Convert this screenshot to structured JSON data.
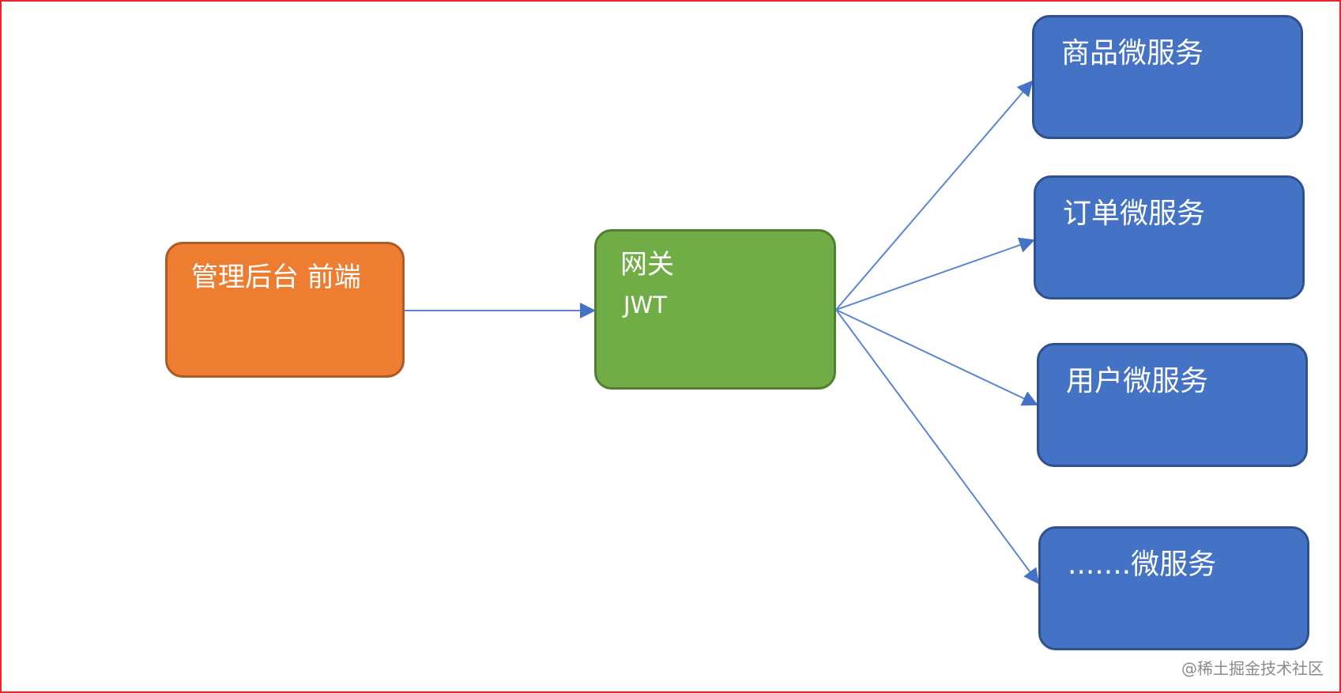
{
  "nodes": {
    "frontend": {
      "label": "管理后台 前端",
      "color": "#ed7d31"
    },
    "gateway": {
      "label": "网关",
      "sublabel": "JWT",
      "color": "#70ad47"
    },
    "services": [
      {
        "label": "商品微服务",
        "color": "#4472c4"
      },
      {
        "label": "订单微服务",
        "color": "#4472c4"
      },
      {
        "label": "用户微服务",
        "color": "#4472c4"
      },
      {
        "label": ".......微服务",
        "color": "#4472c4"
      }
    ]
  },
  "edges": [
    {
      "from": "frontend",
      "to": "gateway"
    },
    {
      "from": "gateway",
      "to": "services.0"
    },
    {
      "from": "gateway",
      "to": "services.1"
    },
    {
      "from": "gateway",
      "to": "services.2"
    },
    {
      "from": "gateway",
      "to": "services.3"
    }
  ],
  "arrow_color": "#5b86d6",
  "watermark": "@稀土掘金技术社区"
}
